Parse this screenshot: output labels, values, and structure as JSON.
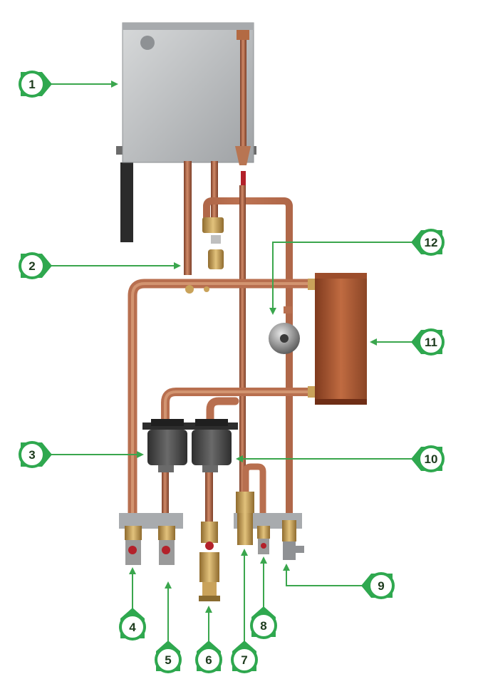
{
  "colors": {
    "callout_green": "#2fa84f",
    "arrow_green": "#3aa64d",
    "copper": "#b86f4f",
    "copper_dark": "#8a4a32",
    "heat_exchanger": "#a9542f",
    "tank_grey": "#bfc1c3",
    "pump_grey": "#4a4a4a",
    "brass": "#c9a25a",
    "valve_red": "#b3212a"
  },
  "callouts": {
    "c1": "1",
    "c2": "2",
    "c3": "3",
    "c4": "4",
    "c5": "5",
    "c6": "6",
    "c7": "7",
    "c8": "8",
    "c9": "9",
    "c10": "10",
    "c11": "11",
    "c12": "12"
  }
}
